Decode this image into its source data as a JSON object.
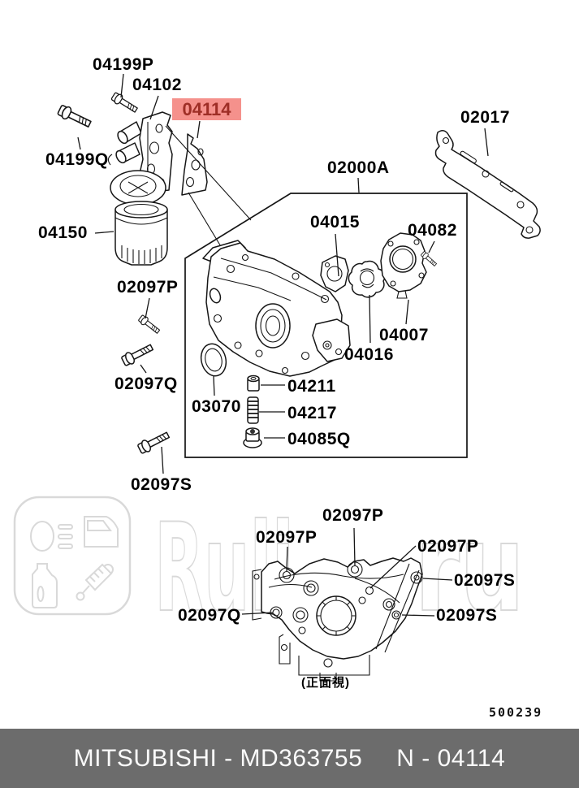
{
  "watermark": {
    "brand_name": "Ruli",
    "brand_suffix": ".ru",
    "outline_color": "#d9d9d9"
  },
  "diagram": {
    "highlight": {
      "text": "04114",
      "bg_color": "#f5918c",
      "text_color": "#9e2e26"
    },
    "part_labels": [
      {
        "text": "04199P"
      },
      {
        "text": "04102"
      },
      {
        "text": "04199Q"
      },
      {
        "text": "04150"
      },
      {
        "text": "02097P"
      },
      {
        "text": "02097Q"
      },
      {
        "text": "02097S"
      },
      {
        "text": "02017"
      },
      {
        "text": "02000A"
      },
      {
        "text": "04015"
      },
      {
        "text": "04082"
      },
      {
        "text": "04007"
      },
      {
        "text": "04016"
      },
      {
        "text": "04211"
      },
      {
        "text": "03070"
      },
      {
        "text": "04217"
      },
      {
        "text": "04085Q"
      },
      {
        "text": "02097P"
      },
      {
        "text": "02097P"
      },
      {
        "text": "02097P"
      },
      {
        "text": "02097S"
      },
      {
        "text": "02097Q"
      },
      {
        "text": "02097S"
      }
    ],
    "view_caption": "(正面視)"
  },
  "page_code": "500239",
  "footer": {
    "brand_model": "MITSUBISHI - MD363755",
    "part_ref": "N - 04114",
    "bg_color": "#6c6c6c"
  }
}
